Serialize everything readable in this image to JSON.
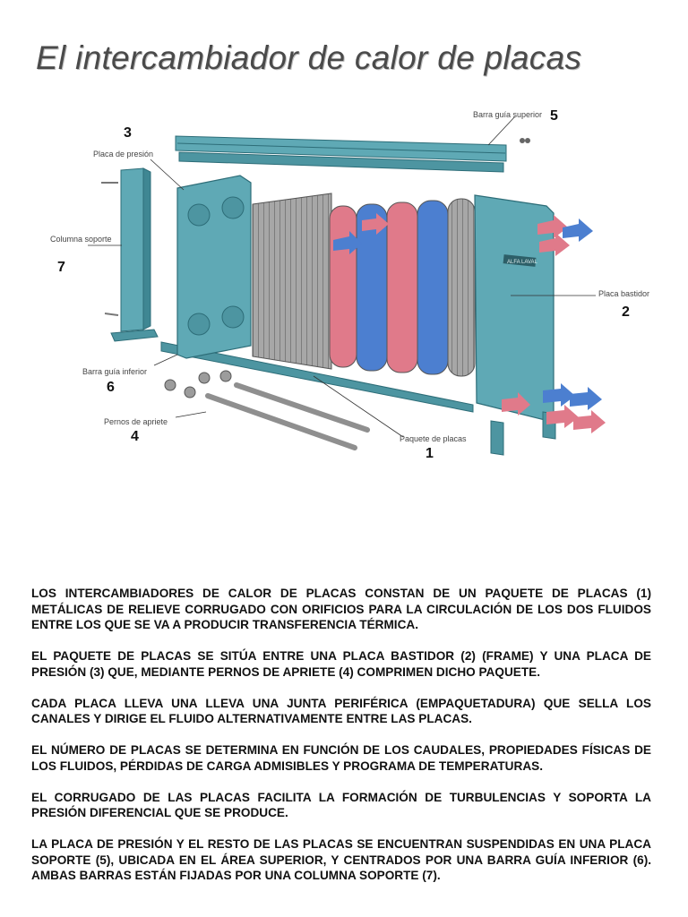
{
  "title": "El intercambiador de calor de placas",
  "diagram": {
    "labels": {
      "barra_guia_superior": "Barra guía superior",
      "placa_presion": "Placa de presión",
      "columna_soporte": "Columna soporte",
      "placa_bastidor": "Placa bastidor",
      "barra_guia_inferior": "Barra guía inferior",
      "pernos_apriete": "Pernos de apriete",
      "paquete_placas": "Paquete de placas",
      "frame_plate_tag": "ALFA LAVAL"
    },
    "numbers": {
      "n1": "1",
      "n2": "2",
      "n3": "3",
      "n4": "4",
      "n5": "5",
      "n6": "6",
      "n7": "7"
    },
    "colors": {
      "steel": "#5fa9b5",
      "hot": "#e07a8a",
      "cold": "#4c7fd0",
      "plate_gray": "#9a9a9a"
    }
  },
  "paragraphs": [
    "LOS INTERCAMBIADORES DE CALOR DE PLACAS CONSTAN DE UN PAQUETE DE PLACAS (1) METÁLICAS DE RELIEVE CORRUGADO CON ORIFICIOS PARA LA CIRCULACIÓN DE LOS DOS FLUIDOS ENTRE LOS QUE SE VA A PRODUCIR TRANSFERENCIA TÉRMICA.",
    "EL PAQUETE DE PLACAS SE SITÚA ENTRE UNA PLACA BASTIDOR (2) (FRAME) Y UNA PLACA DE PRESIÓN (3) QUE, MEDIANTE PERNOS DE APRIETE (4) COMPRIMEN DICHO PAQUETE.",
    "CADA PLACA LLEVA UNA LLEVA UNA JUNTA PERIFÉRICA (EMPAQUETADURA) QUE SELLA LOS CANALES Y DIRIGE EL FLUIDO ALTERNATIVAMENTE ENTRE LAS PLACAS.",
    "EL NÚMERO DE PLACAS SE DETERMINA EN FUNCIÓN DE LOS CAUDALES, PROPIEDADES FÍSICAS DE LOS FLUIDOS, PÉRDIDAS DE CARGA ADMISIBLES Y PROGRAMA DE TEMPERATURAS.",
    "EL CORRUGADO DE LAS PLACAS FACILITA LA FORMACIÓN DE TURBULENCIAS Y SOPORTA LA PRESIÓN DIFERENCIAL QUE SE PRODUCE.",
    "LA PLACA DE PRESIÓN Y EL RESTO DE LAS PLACAS SE ENCUENTRAN SUSPENDIDAS EN UNA PLACA SOPORTE (5), UBICADA EN EL ÁREA SUPERIOR, Y CENTRADOS POR UNA BARRA GUÍA INFERIOR (6). AMBAS BARRAS ESTÁN FIJADAS POR UNA COLUMNA SOPORTE (7)."
  ]
}
